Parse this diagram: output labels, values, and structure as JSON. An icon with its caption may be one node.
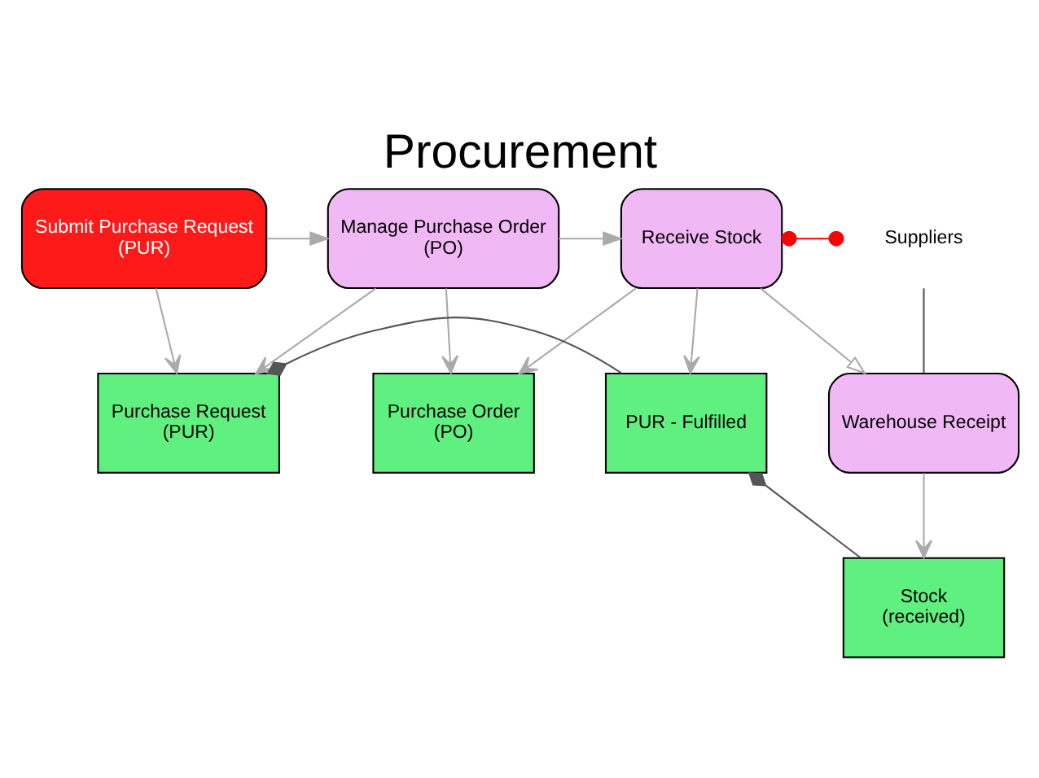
{
  "diagram": {
    "title": "Procurement",
    "nodes": [
      {
        "text": [
          "Submit Purchase Request",
          "(PUR)"
        ]
      },
      {
        "text": [
          "Manage Purchase Order",
          "(PO)"
        ]
      },
      {
        "text": [
          "Receive Stock"
        ]
      },
      {
        "text": [
          "Suppliers"
        ]
      },
      {
        "text": [
          "Purchase Request",
          "(PUR)"
        ]
      },
      {
        "text": [
          "Purchase Order",
          "(PO)"
        ]
      },
      {
        "text": [
          "PUR - Fulfilled"
        ]
      },
      {
        "text": [
          "Warehouse Receipt"
        ]
      },
      {
        "text": [
          "Stock",
          "(received)"
        ]
      }
    ],
    "edges": [
      {
        "from": 0,
        "to": 1,
        "arrow": "to"
      },
      {
        "from": 1,
        "to": 2,
        "arrow": "to"
      },
      {
        "from": 2,
        "to": 3,
        "arrow": "other",
        "color": "#ff0000"
      },
      {
        "from": 0,
        "to": 4,
        "arrow": "to"
      },
      {
        "from": 1,
        "to": 4,
        "arrow": "to"
      },
      {
        "from": 1,
        "to": 5,
        "arrow": "to"
      },
      {
        "from": 2,
        "to": 5,
        "arrow": "to"
      },
      {
        "from": 2,
        "to": 6,
        "arrow": "to"
      },
      {
        "from": 2,
        "to": 7,
        "arrow": "to"
      },
      {
        "from": 3,
        "to": 7,
        "arrow": "none"
      },
      {
        "from": 7,
        "to": 8,
        "arrow": "to"
      },
      {
        "from": 6,
        "to": 4,
        "arrow": "other"
      },
      {
        "from": 8,
        "to": 6,
        "arrow": "other"
      }
    ]
  }
}
